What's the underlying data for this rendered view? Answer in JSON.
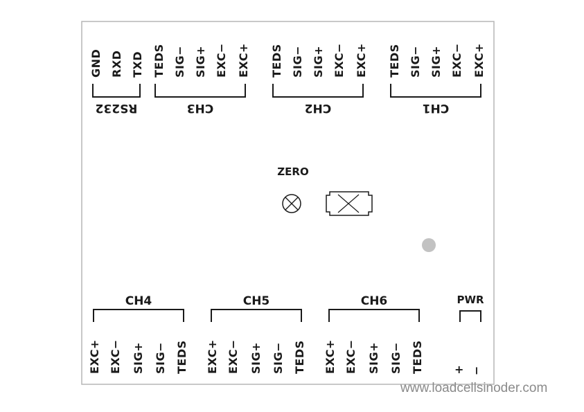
{
  "top_groups": [
    {
      "name": "RS232",
      "pins": [
        "GND",
        "RXD",
        "TXD"
      ]
    },
    {
      "name": "CH3",
      "pins": [
        "TEDS",
        "SIG−",
        "SIG+",
        "EXC−",
        "EXC+"
      ]
    },
    {
      "name": "CH2",
      "pins": [
        "TEDS",
        "SIG−",
        "SIG+",
        "EXC−",
        "EXC+"
      ]
    },
    {
      "name": "CH1",
      "pins": [
        "TEDS",
        "SIG−",
        "SIG+",
        "EXC−",
        "EXC+"
      ]
    }
  ],
  "bottom_groups": [
    {
      "name": "CH4",
      "pins": [
        "EXC+",
        "EXC−",
        "SIG+",
        "SIG−",
        "TEDS"
      ]
    },
    {
      "name": "CH5",
      "pins": [
        "EXC+",
        "EXC−",
        "SIG+",
        "SIG−",
        "TEDS"
      ]
    },
    {
      "name": "CH6",
      "pins": [
        "EXC+",
        "EXC−",
        "SIG+",
        "SIG−",
        "TEDS"
      ]
    }
  ],
  "zero_label": "ZERO",
  "power": {
    "label": "PWR",
    "plus": "+",
    "minus": "−"
  },
  "watermark": "www.loadcellsinoder.com"
}
